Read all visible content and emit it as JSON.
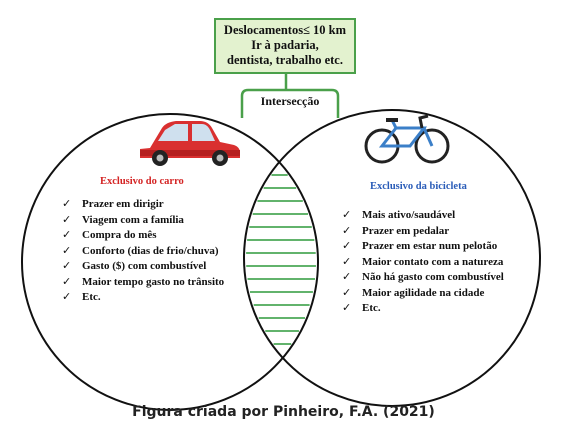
{
  "top_box": {
    "line1": "Deslocamentos≤ 10 km",
    "line2": "Ir à padaria,",
    "line3": "dentista, trabalho etc."
  },
  "intersection_label": "Intersecção",
  "car": {
    "icon": "car-icon",
    "heading": "Exclusivo do carro",
    "items": [
      "Prazer em dirigir",
      "Viagem com a família",
      "Compra do mês",
      "Conforto (dias de frio/chuva)",
      "Gasto ($) com combustível",
      "Maior tempo gasto no trânsito",
      "Etc."
    ]
  },
  "bike": {
    "icon": "bicycle-icon",
    "heading": "Exclusivo da bicicleta",
    "items": [
      "Mais ativo/saudável",
      "Prazer em pedalar",
      "Prazer em estar num pelotão",
      "Maior contato com a natureza",
      "Não há gasto com combustível",
      "Maior agilidade na cidade",
      "Etc."
    ]
  },
  "caption": "Figura criada por Pinheiro, F.A. (2021)",
  "colors": {
    "box_fill": "#e3f2cf",
    "box_border": "#4aa04a",
    "stripes": "#2e9a3c",
    "car_heading": "#d42424",
    "bike_heading": "#2a5cb8"
  }
}
